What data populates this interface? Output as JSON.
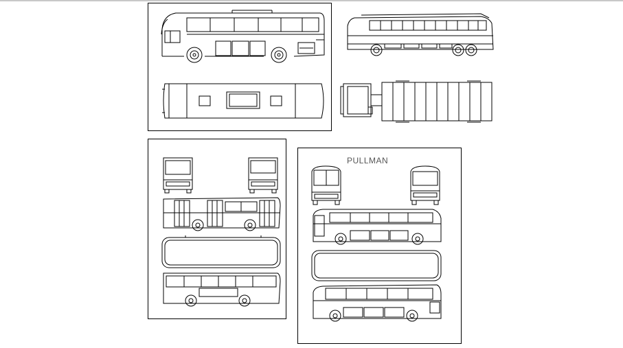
{
  "drawing": {
    "caption": "PULLMAN",
    "colors": {
      "line": "#000000",
      "frame": "#000000",
      "caption": "#555555",
      "background": "#ffffff"
    },
    "frames": [
      {
        "name": "frame-coach-1",
        "views": [
          "side-view",
          "top-view"
        ]
      },
      {
        "name": "frame-coach-2",
        "views": [
          "side-view",
          "top-view"
        ]
      },
      {
        "name": "frame-city-bus",
        "views": [
          "front-view",
          "rear-view",
          "side-view",
          "top-view",
          "side-view"
        ]
      },
      {
        "name": "frame-pullman",
        "views": [
          "front-view",
          "rear-view",
          "side-view",
          "top-view",
          "side-view"
        ]
      }
    ]
  }
}
